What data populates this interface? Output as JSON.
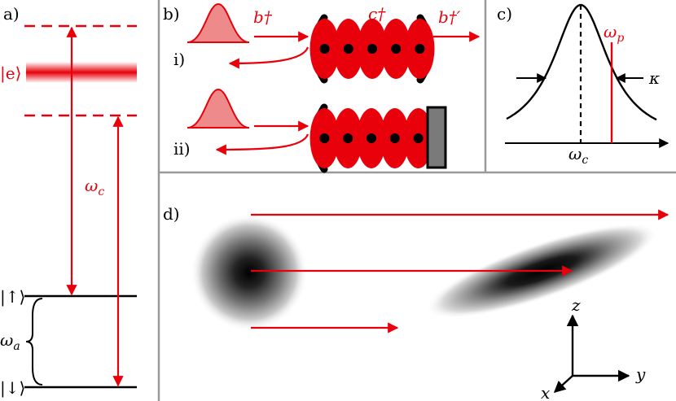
{
  "panels": {
    "a": {
      "label": "a)",
      "excited_state": "|e⟩",
      "cavity_freq": "ω",
      "cavity_freq_sub": "c",
      "up_state": "|↑⟩",
      "down_state": "|↓⟩",
      "atom_freq": "ω",
      "atom_freq_sub": "a"
    },
    "b": {
      "label": "b)",
      "row1": "i)",
      "row2": "ii)",
      "input_op": "b†",
      "cavity_op": "c†",
      "output_op": "b†′"
    },
    "c": {
      "label": "c)",
      "probe_freq": "ω",
      "probe_freq_sub": "p",
      "linewidth": "κ",
      "center_freq": "ω",
      "center_freq_sub": "c"
    },
    "d": {
      "label": "d)",
      "axis_z": "z",
      "axis_y": "y",
      "axis_x": "x"
    }
  },
  "colors": {
    "accent": "#e8000b",
    "pulse_fill": "#ef8a8a",
    "divider": "#999999",
    "mirror_plate": "#7a7a7a"
  }
}
